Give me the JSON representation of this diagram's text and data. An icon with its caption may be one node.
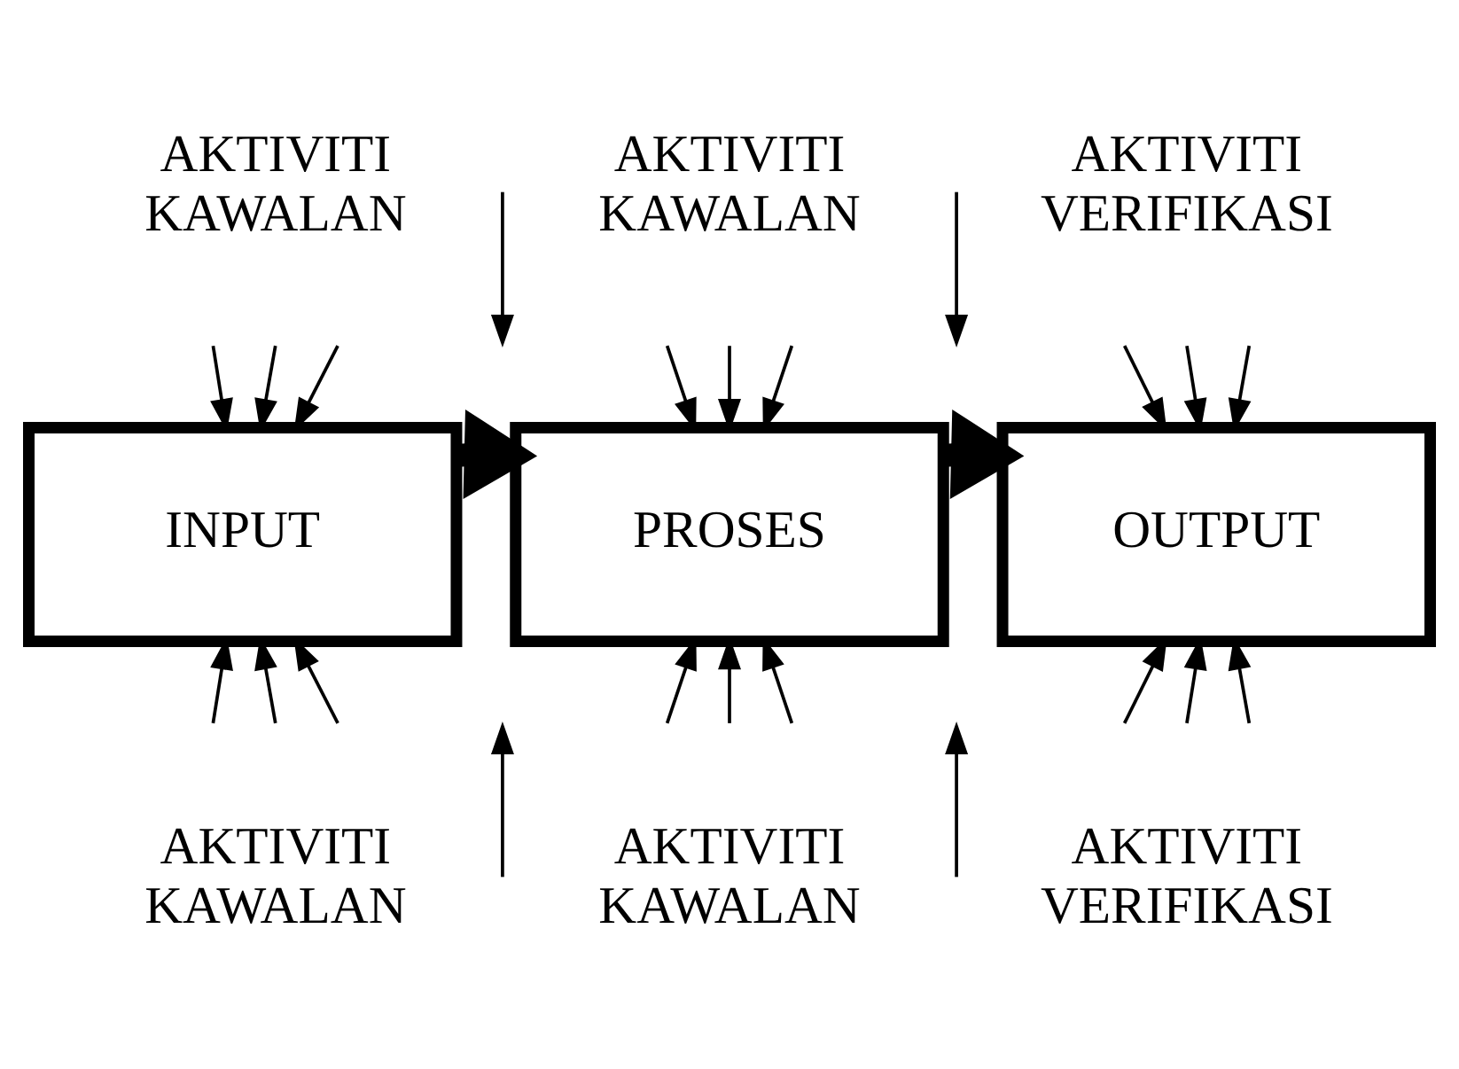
{
  "diagram": {
    "nodes": [
      {
        "text": [
          "INPUT"
        ]
      },
      {
        "text": [
          "PROSES"
        ]
      },
      {
        "text": [
          "OUTPUT"
        ]
      }
    ],
    "edges": [
      {
        "from": null,
        "to": 0,
        "arrow": "to"
      },
      {
        "from": null,
        "to": 0,
        "arrow": "to"
      },
      {
        "from": null,
        "to": 0,
        "arrow": "to"
      },
      {
        "from": null,
        "to": 0,
        "arrow": "to"
      },
      {
        "from": null,
        "to": 0,
        "arrow": "to"
      },
      {
        "from": null,
        "to": 0,
        "arrow": "to"
      },
      {
        "from": null,
        "to": 1,
        "arrow": "to"
      },
      {
        "from": null,
        "to": 1,
        "arrow": "to"
      },
      {
        "from": null,
        "to": 1,
        "arrow": "to"
      },
      {
        "from": null,
        "to": 1,
        "arrow": "to"
      },
      {
        "from": null,
        "to": 1,
        "arrow": "to"
      },
      {
        "from": null,
        "to": 1,
        "arrow": "to"
      },
      {
        "from": null,
        "to": 2,
        "arrow": "to"
      },
      {
        "from": null,
        "to": 2,
        "arrow": "to"
      },
      {
        "from": null,
        "to": 2,
        "arrow": "to"
      },
      {
        "from": null,
        "to": 2,
        "arrow": "to"
      },
      {
        "from": null,
        "to": 2,
        "arrow": "to"
      },
      {
        "from": null,
        "to": 2,
        "arrow": "to"
      },
      {
        "from": 0,
        "to": 1,
        "arrow": "to",
        "style": "thick"
      },
      {
        "from": 1,
        "to": 2,
        "arrow": "to",
        "style": "thick"
      }
    ],
    "labels": [
      "AKTIVITI KAWALAN",
      "AKTIVITI KAWALAN",
      "AKTIVITI VERIFIKASI",
      "AKTIVITI KAWALAN",
      "AKTIVITI KAWALAN",
      "AKTIVITI VERIFIKASI"
    ]
  }
}
